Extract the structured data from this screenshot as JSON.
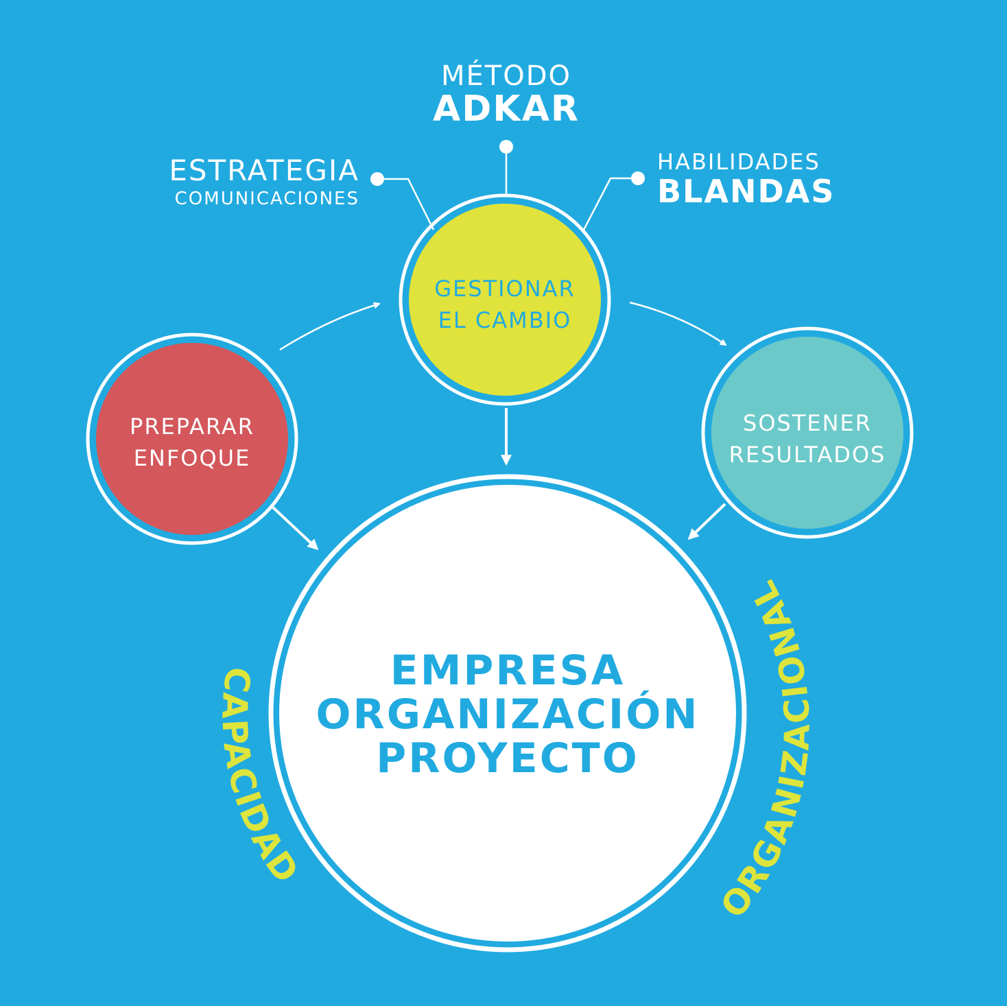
{
  "colors": {
    "background": "#21aae0",
    "ring": "#ffffff",
    "connector": "#ffffff",
    "label_text": "#ffffff",
    "arc_text": "#dde43c"
  },
  "top_labels": {
    "metodo_line1": "MÉTODO",
    "metodo_line2": "ADKAR",
    "estrategia_line1": "ESTRATEGIA",
    "estrategia_line2": "COMUNICACIONES",
    "habilidades_line1": "HABILIDADES",
    "habilidades_line2": "BLANDAS"
  },
  "nodes": {
    "gestionar": {
      "line1": "GESTIONAR",
      "line2": "EL CAMBIO",
      "fill": "#dfe33c",
      "text_color": "#21aae0"
    },
    "preparar": {
      "line1": "PREPARAR",
      "line2": "ENFOQUE",
      "fill": "#d3575b",
      "text_color": "#ffffff"
    },
    "sostener": {
      "line1": "SOSTENER",
      "line2": "RESULTADOS",
      "fill": "#6cc9c9",
      "text_color": "#ffffff"
    },
    "empresa": {
      "line1": "EMPRESA",
      "line2": "ORGANIZACIÓN",
      "line3": "PROYECTO",
      "fill": "#ffffff",
      "text_color": "#21aae0"
    }
  },
  "arc_labels": {
    "left": "CAPACIDAD",
    "right": "ORGANIZACIONAL"
  }
}
